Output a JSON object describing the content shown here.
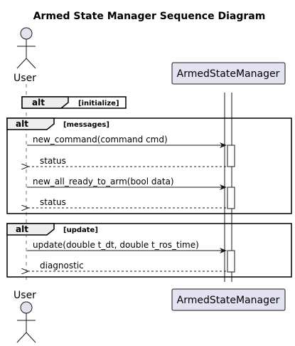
{
  "diagram": {
    "title": "Armed State Manager Sequence Diagram",
    "participants": {
      "user": {
        "label": "User",
        "kind": "actor"
      },
      "manager": {
        "label": "ArmedStateManager",
        "kind": "participant"
      }
    },
    "fragments": {
      "initialize": {
        "keyword": "alt",
        "condition": "[initialize]"
      },
      "messages": {
        "keyword": "alt",
        "condition": "[messages]"
      },
      "update": {
        "keyword": "alt",
        "condition": "[update]"
      }
    },
    "messages": {
      "new_command": {
        "text": "new_command(command cmd)",
        "from": "User",
        "to": "ArmedStateManager",
        "style": "solid"
      },
      "status_1": {
        "text": "status",
        "from": "ArmedStateManager",
        "to": "User",
        "style": "dashed"
      },
      "new_all_ready": {
        "text": "new_all_ready_to_arm(bool data)",
        "from": "User",
        "to": "ArmedStateManager",
        "style": "solid"
      },
      "status_2": {
        "text": "status",
        "from": "ArmedStateManager",
        "to": "User",
        "style": "dashed"
      },
      "update": {
        "text": "update(double t_dt, double t_ros_time)",
        "from": "User",
        "to": "ArmedStateManager",
        "style": "solid"
      },
      "diagnostic": {
        "text": "diagnostic",
        "from": "ArmedStateManager",
        "to": "User",
        "style": "dashed"
      }
    },
    "colors": {
      "participant_fill": "#e2e2f0",
      "participant_border": "#181818",
      "line": "#181818",
      "frame_tab_fill": "#eeeeee"
    }
  }
}
